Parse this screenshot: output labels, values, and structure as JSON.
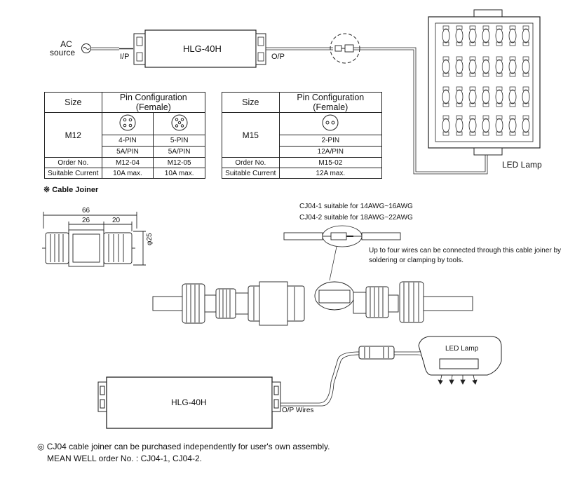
{
  "top_diagram": {
    "ac_source": [
      "AC",
      "source"
    ],
    "ip_label": "I/P",
    "driver_label": "HLG-40H",
    "op_label": "O/P",
    "led_lamp_label": "LED Lamp"
  },
  "table_m12": {
    "header": [
      "Size",
      "Pin Configuration (Female)"
    ],
    "size": "M12",
    "pins": [
      "4-PIN",
      "5-PIN"
    ],
    "ratings": [
      "5A/PIN",
      "5A/PIN"
    ],
    "order_label": "Order No.",
    "orders": [
      "M12-04",
      "M12-05"
    ],
    "current_label": "Suitable Current",
    "currents": [
      "10A max.",
      "10A max."
    ]
  },
  "table_m15": {
    "header": [
      "Size",
      "Pin Configuration (Female)"
    ],
    "size": "M15",
    "pins": "2-PIN",
    "ratings": "12A/PIN",
    "order_label": "Order No.",
    "orders": "M15-02",
    "current_label": "Suitable Current",
    "currents": "12A max."
  },
  "cable_joiner": {
    "title": "※ Cable Joiner",
    "dim_66": "66",
    "dim_26": "26",
    "dim_20": "20",
    "dim_25": "φ25",
    "cj04_1": "CJ04-1 suitable for 14AWG~16AWG",
    "cj04_2": "CJ04-2 suitable for 18AWG~22AWG",
    "note": [
      "Up to four wires can be connected through this cable joiner by",
      "soldering or clamping by tools."
    ]
  },
  "bottom_diagram": {
    "driver_label": "HLG-40H",
    "op_wires": "O/P Wires",
    "led_lamp_label": "LED Lamp"
  },
  "footer": {
    "line1": "◎ CJ04 cable joiner can be purchased independently for user's own assembly.",
    "line2": "MEAN WELL order No. : CJ04-1, CJ04-2."
  }
}
